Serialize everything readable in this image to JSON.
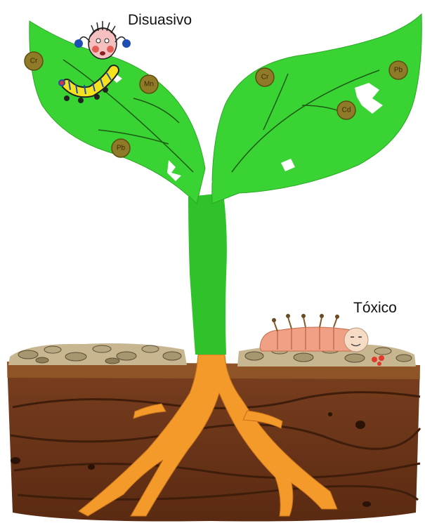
{
  "labels": {
    "deterrent": "Disuasivo",
    "toxic": "Tóxico"
  },
  "metals": [
    {
      "symbol": "Cr"
    },
    {
      "symbol": "Mn"
    },
    {
      "symbol": "Pb"
    },
    {
      "symbol": "Cr"
    },
    {
      "symbol": "Pb"
    },
    {
      "symbol": "Cd"
    }
  ],
  "colors": {
    "leaf": "#39d433",
    "leaf_vein": "#1c5a14",
    "stem": "#2fc22b",
    "root": "#f39a2b",
    "soil": "#6b3519",
    "soil_dark": "#3f1d0b",
    "metal_badge": "#8f7a28",
    "caterpillar_yellow": "#f4e21f",
    "grub_pink": "#f0a085"
  }
}
